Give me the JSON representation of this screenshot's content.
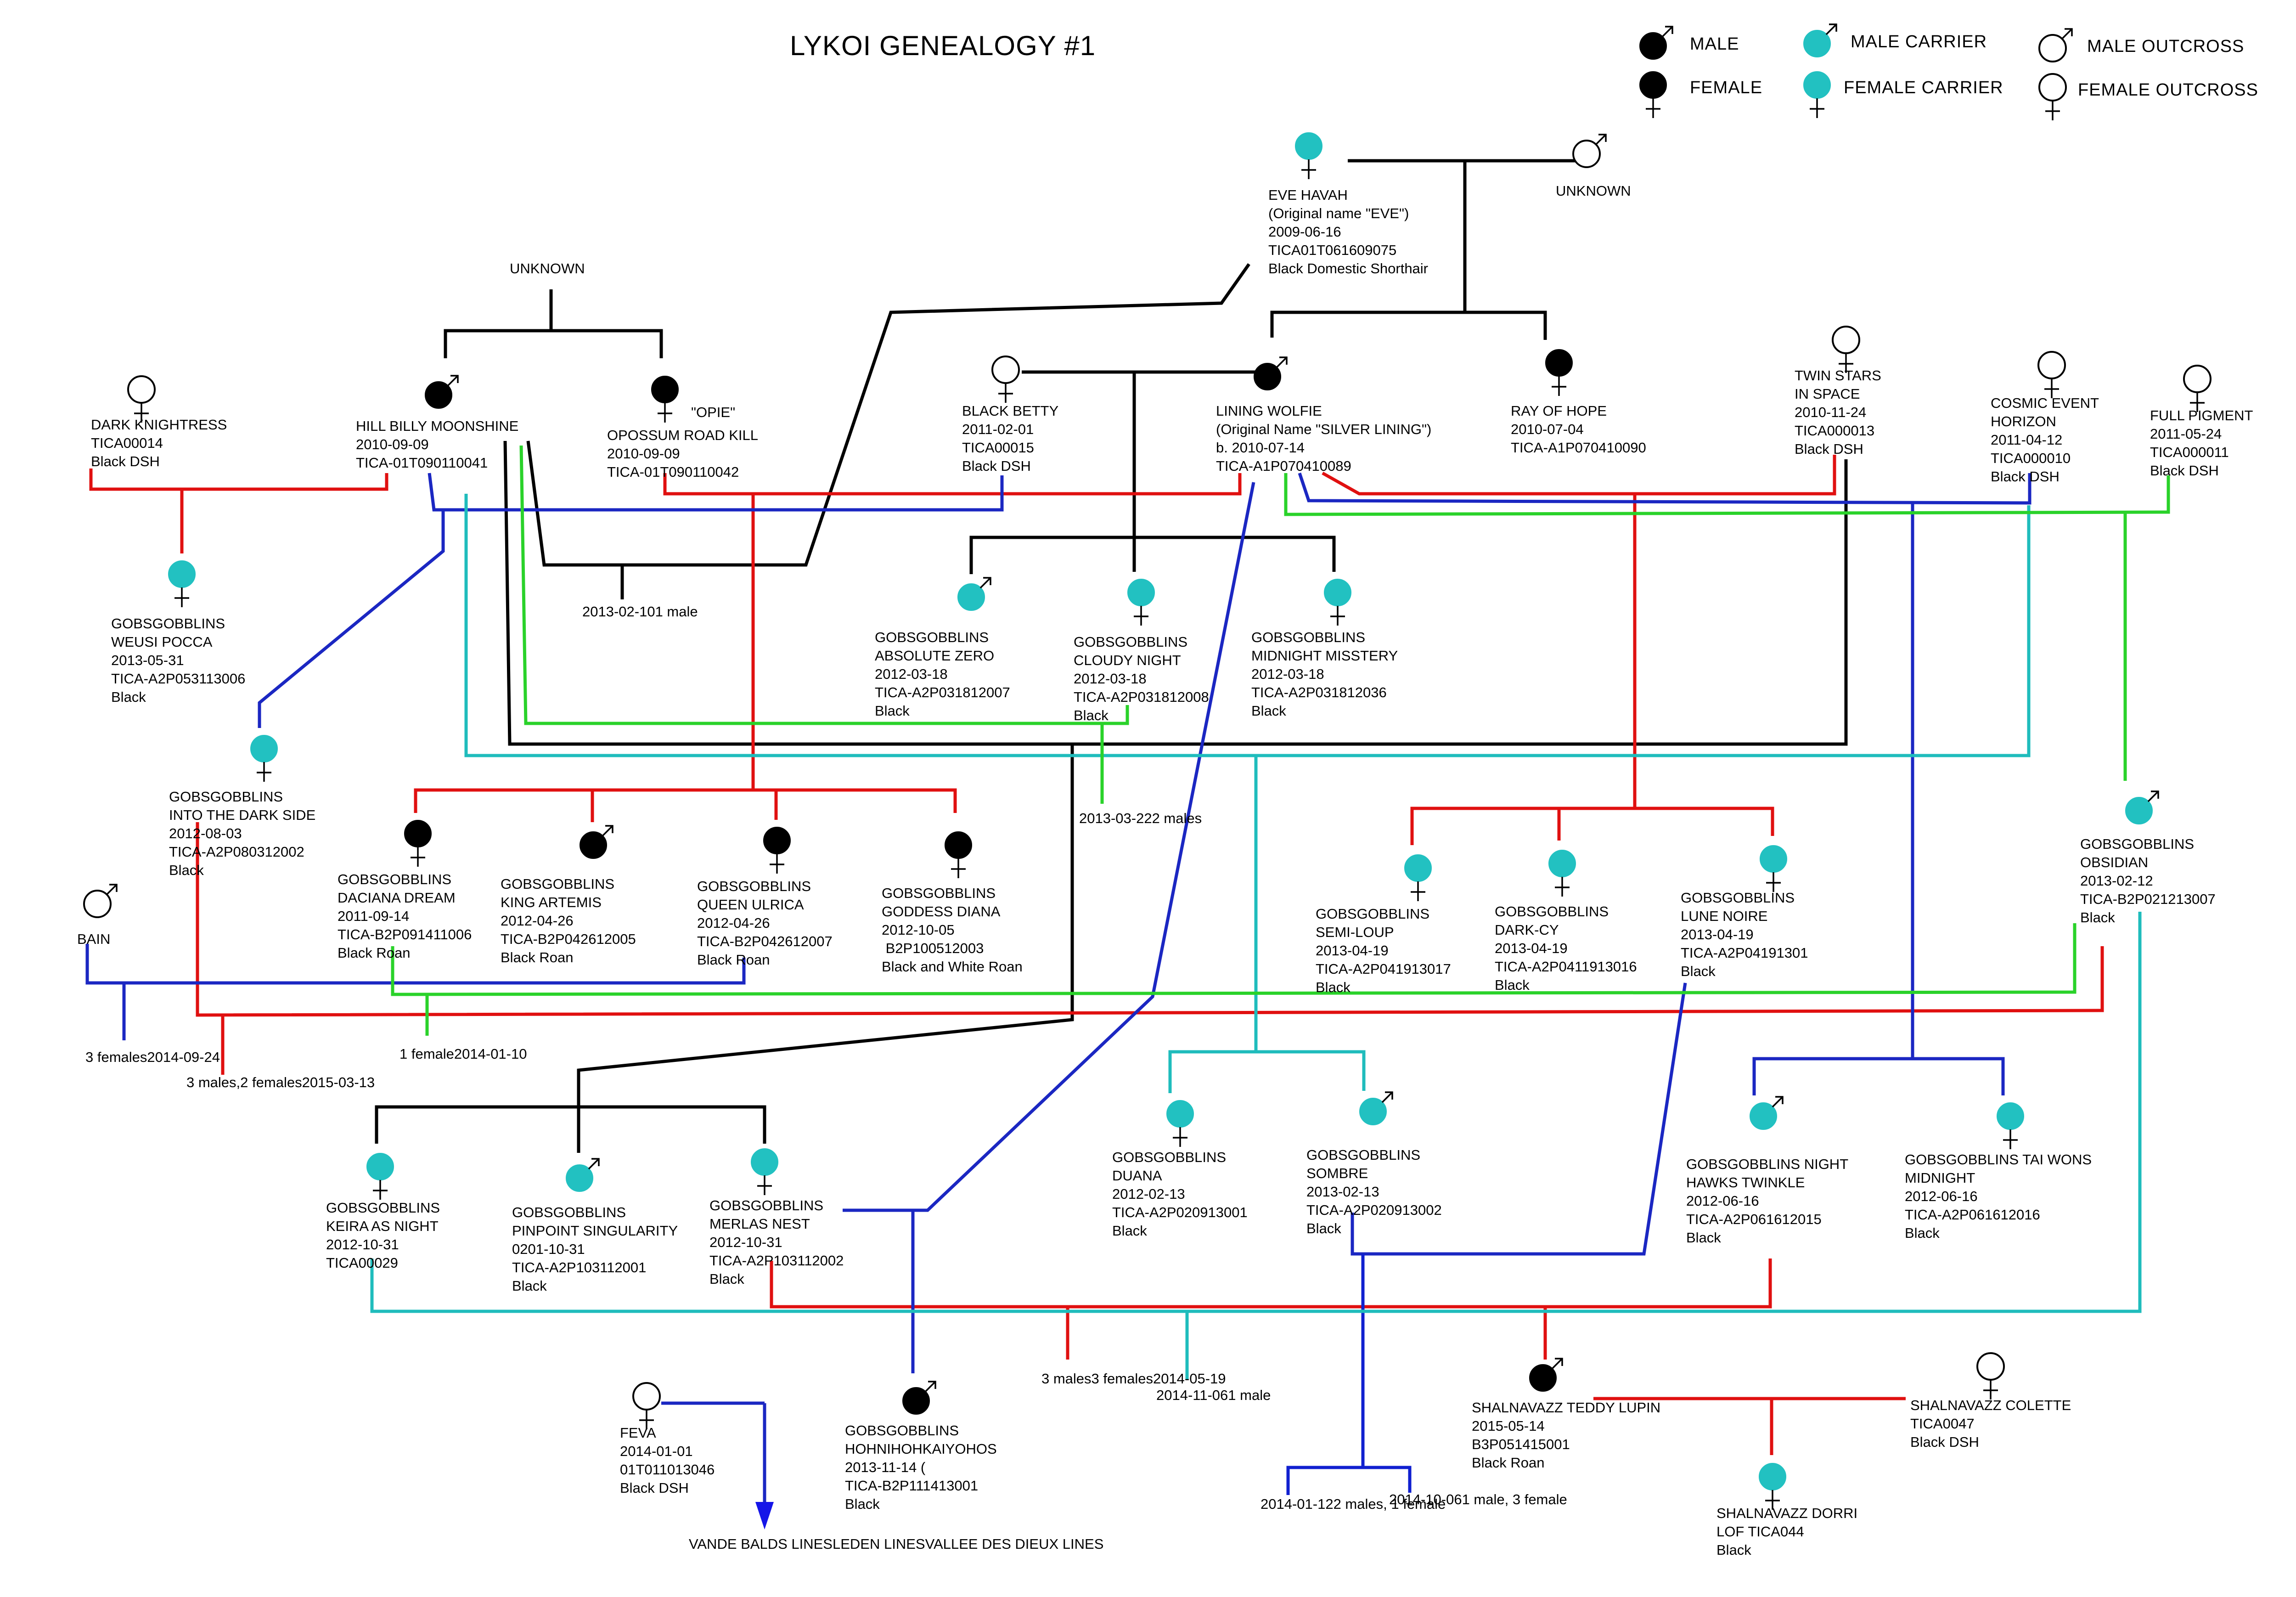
{
  "title": "LYKOI GENEALOGY #1",
  "colors": {
    "carrier": "#22c1c1",
    "affected": "#000000",
    "line_red": "#e01010",
    "line_blue": "#1b27c2",
    "line_teal": "#1fbcbc",
    "line_green": "#2ad22a",
    "line_black": "#000000",
    "line_navy": "#1020d0"
  },
  "legend": [
    {
      "id": "male",
      "label": "MALE",
      "sex": "male",
      "fill": "black"
    },
    {
      "id": "female",
      "label": "FEMALE",
      "sex": "female",
      "fill": "black"
    },
    {
      "id": "male_carrier",
      "label": "MALE  CARRIER",
      "sex": "male",
      "fill": "carrier"
    },
    {
      "id": "female_carrier",
      "label": "FEMALE CARRIER",
      "sex": "female",
      "fill": "carrier"
    },
    {
      "id": "male_outcross",
      "label": "MALE OUTCROSS",
      "sex": "male",
      "fill": "outcross"
    },
    {
      "id": "female_outcross",
      "label": "FEMALE OUTCROSS",
      "sex": "female",
      "fill": "outcross"
    }
  ],
  "nodes": [
    {
      "id": "eve",
      "sex": "female",
      "fill": "carrier",
      "lines": [
        "EVE HAVAH",
        "(Original name \"EVE\")",
        "2009-06-16",
        "TICA01T061609075",
        "Black Domestic Shorthair"
      ]
    },
    {
      "id": "unknown_top",
      "sex": "male",
      "fill": "outcross",
      "lines": [
        "UNKNOWN"
      ]
    },
    {
      "id": "dark_knightress",
      "sex": "female",
      "fill": "outcross",
      "lines": [
        "DARK KNIGHTRESS",
        "TICA00014",
        "Black DSH"
      ]
    },
    {
      "id": "hill_billy",
      "sex": "male",
      "fill": "black",
      "lines": [
        "HILL BILLY MOONSHINE",
        "2010-09-09",
        "TICA-01T090110041"
      ]
    },
    {
      "id": "opossum",
      "sex": "female",
      "fill": "black",
      "lines": [
        "\"OPIE\"",
        "OPOSSUM ROAD KILL",
        "2010-09-09",
        "TICA-01T090110042"
      ]
    },
    {
      "id": "black_betty",
      "sex": "female",
      "fill": "outcross",
      "lines": [
        "BLACK BETTY",
        "2011-02-01",
        "TICA00015",
        "Black DSH"
      ]
    },
    {
      "id": "lining_wolfie",
      "sex": "male",
      "fill": "black",
      "lines": [
        "LINING WOLFIE",
        "(Original Name \"SILVER LINING\")",
        "b. 2010-07-14",
        "TICA-A1P070410089"
      ]
    },
    {
      "id": "ray_of_hope",
      "sex": "female",
      "fill": "black",
      "lines": [
        "RAY OF HOPE",
        "2010-07-04",
        "TICA-A1P070410090"
      ]
    },
    {
      "id": "twin_stars",
      "sex": "female",
      "fill": "outcross",
      "lines": [
        "TWIN STARS",
        "IN SPACE",
        "2010-11-24",
        "TICA000013",
        "Black DSH"
      ]
    },
    {
      "id": "cosmic_event",
      "sex": "female",
      "fill": "outcross",
      "lines": [
        "COSMIC EVENT",
        "HORIZON",
        "2011-04-12",
        "TICA000010",
        "Black DSH"
      ]
    },
    {
      "id": "full_pigment",
      "sex": "female",
      "fill": "outcross",
      "lines": [
        "FULL PIGMENT",
        "2011-05-24",
        "TICA000011",
        "Black DSH"
      ]
    },
    {
      "id": "weusi_pocca",
      "sex": "female",
      "fill": "carrier",
      "lines": [
        "GOBSGOBBLINS",
        "WEUSI POCCA",
        "2013-05-31",
        "TICA-A2P053113006",
        "Black"
      ]
    },
    {
      "id": "absolute_zero",
      "sex": "male",
      "fill": "carrier",
      "lines": [
        "GOBSGOBBLINS",
        "ABSOLUTE ZERO",
        "2012-03-18",
        "TICA-A2P031812007",
        "Black"
      ]
    },
    {
      "id": "cloudy_night",
      "sex": "female",
      "fill": "carrier",
      "lines": [
        "GOBSGOBBLINS",
        "CLOUDY NIGHT",
        "2012-03-18",
        "TICA-A2P031812008",
        "Black"
      ]
    },
    {
      "id": "midnight_misstery",
      "sex": "female",
      "fill": "carrier",
      "lines": [
        "GOBSGOBBLINS",
        "MIDNIGHT MISSTERY",
        "2012-03-18",
        "TICA-A2P031812036",
        "Black"
      ]
    },
    {
      "id": "into_dark_side",
      "sex": "female",
      "fill": "carrier",
      "lines": [
        "GOBSGOBBLINS",
        "INTO THE DARK SIDE",
        "2012-08-03",
        "TICA-A2P080312002",
        "Black"
      ]
    },
    {
      "id": "daciana_dream",
      "sex": "female",
      "fill": "black",
      "lines": [
        "GOBSGOBBLINS",
        "DACIANA DREAM",
        "2011-09-14",
        "TICA-B2P091411006",
        "Black Roan"
      ]
    },
    {
      "id": "king_artemis",
      "sex": "male",
      "fill": "black",
      "lines": [
        "GOBSGOBBLINS",
        "KING ARTEMIS",
        "2012-04-26",
        "TICA-B2P042612005",
        "Black Roan"
      ]
    },
    {
      "id": "queen_ulrica",
      "sex": "female",
      "fill": "black",
      "lines": [
        "GOBSGOBBLINS",
        "QUEEN ULRICA",
        "2012-04-26",
        "TICA-B2P042612007",
        "Black Roan"
      ]
    },
    {
      "id": "goddess_diana",
      "sex": "female",
      "fill": "black",
      "lines": [
        "GOBSGOBBLINS",
        "GODDESS DIANA",
        "2012-10-05",
        " B2P100512003",
        "Black and White Roan"
      ]
    },
    {
      "id": "semi_loup",
      "sex": "female",
      "fill": "carrier",
      "lines": [
        "GOBSGOBBLINS",
        "SEMI-LOUP",
        "2013-04-19",
        "TICA-A2P041913017",
        "Black"
      ]
    },
    {
      "id": "dark_cy",
      "sex": "female",
      "fill": "carrier",
      "lines": [
        "GOBSGOBBLINS",
        "DARK-CY",
        "2013-04-19",
        "TICA-A2P0411913016",
        "Black"
      ]
    },
    {
      "id": "lune_noire",
      "sex": "female",
      "fill": "carrier",
      "lines": [
        "GOBSGOBBLINS",
        "LUNE NOIRE",
        "2013-04-19",
        "TICA-A2P04191301",
        "Black"
      ]
    },
    {
      "id": "obsidian",
      "sex": "male",
      "fill": "carrier",
      "lines": [
        "GOBSGOBBLINS",
        "OBSIDIAN",
        "2013-02-12",
        "TICA-B2P021213007",
        "Black"
      ]
    },
    {
      "id": "bain",
      "sex": "male",
      "fill": "outcross",
      "lines": [
        "BAIN"
      ]
    },
    {
      "id": "keira",
      "sex": "female",
      "fill": "carrier",
      "lines": [
        "GOBSGOBBLINS",
        "KEIRA AS NIGHT",
        "2012-10-31",
        "TICA00029"
      ]
    },
    {
      "id": "pinpoint",
      "sex": "male",
      "fill": "carrier",
      "lines": [
        "GOBSGOBBLINS",
        "PINPOINT SINGULARITY",
        "0201-10-31",
        "TICA-A2P103112001",
        "Black"
      ]
    },
    {
      "id": "merlas_nest",
      "sex": "female",
      "fill": "carrier",
      "lines": [
        "GOBSGOBBLINS",
        "MERLAS NEST",
        "2012-10-31",
        "TICA-A2P103112002",
        "Black"
      ]
    },
    {
      "id": "duana",
      "sex": "female",
      "fill": "carrier",
      "lines": [
        "GOBSGOBBLINS",
        "DUANA",
        "2012-02-13",
        "TICA-A2P020913001",
        "Black"
      ]
    },
    {
      "id": "sombre",
      "sex": "male",
      "fill": "carrier",
      "lines": [
        "GOBSGOBBLINS",
        "SOMBRE",
        "2013-02-13",
        "TICA-A2P020913002",
        "Black"
      ]
    },
    {
      "id": "night_hawks",
      "sex": "male",
      "fill": "carrier",
      "lines": [
        "GOBSGOBBLINS NIGHT",
        "HAWKS TWINKLE",
        "2012-06-16",
        "TICA-A2P061612015",
        "Black"
      ]
    },
    {
      "id": "tai_wons",
      "sex": "female",
      "fill": "carrier",
      "lines": [
        "GOBSGOBBLINS TAI WONS",
        "MIDNIGHT",
        "2012-06-16",
        "TICA-A2P061612016",
        "Black"
      ]
    },
    {
      "id": "feva",
      "sex": "female",
      "fill": "outcross",
      "lines": [
        "FEVA",
        "2014-01-01",
        "01T011013046",
        "Black DSH"
      ]
    },
    {
      "id": "hohnihoh",
      "sex": "male",
      "fill": "black",
      "lines": [
        "GOBSGOBBLINS",
        "HOHNIHOHKAIYOHOS",
        "2013-11-14 (",
        "TICA-B2P111413001",
        "Black"
      ]
    },
    {
      "id": "teddy_lupin",
      "sex": "male",
      "fill": "black",
      "lines": [
        "SHALNAVAZZ TEDDY LUPIN",
        "2015-05-14",
        "B3P051415001",
        "Black Roan"
      ]
    },
    {
      "id": "colette",
      "sex": "female",
      "fill": "outcross",
      "lines": [
        "SHALNAVAZZ COLETTE",
        "TICA0047",
        "Black DSH"
      ]
    },
    {
      "id": "dorri",
      "sex": "female",
      "fill": "carrier",
      "lines": [
        "SHALNAVAZZ DORRI",
        "LOF TICA044",
        "Black"
      ]
    }
  ],
  "labels": [
    {
      "id": "unknown_upper",
      "lines": [
        "UNKNOWN"
      ]
    },
    {
      "id": "litter_2013_02_10",
      "lines": [
        "2013-02-10",
        "1 male"
      ]
    },
    {
      "id": "litter_2013_03_22",
      "lines": [
        "2013-03-22",
        "2 males"
      ]
    },
    {
      "id": "litter_2014_09_24",
      "lines": [
        "3 females",
        "2014-09-24"
      ]
    },
    {
      "id": "litter_2015_03_13",
      "lines": [
        "3 males,",
        "2 females",
        "2015-03-13"
      ]
    },
    {
      "id": "litter_2014_01_10",
      "lines": [
        "1 female",
        "2014-01-10"
      ]
    },
    {
      "id": "litter_2014_05_19",
      "lines": [
        "3 males",
        "3 females",
        "2014-05-19"
      ]
    },
    {
      "id": "litter_2014_11_06",
      "lines": [
        "2014-11-06",
        "1 male"
      ]
    },
    {
      "id": "litter_2014_01_12",
      "lines": [
        "2014-01-12",
        "2 males, 1 female"
      ]
    },
    {
      "id": "litter_2014_10_06",
      "lines": [
        "2014-10-06",
        "1 male, 3 female"
      ]
    },
    {
      "id": "future_lines",
      "lines": [
        "VANDE BALDS LINES",
        "LEDEN LINES",
        "VALLEE DES DIEUX LINES"
      ]
    }
  ]
}
